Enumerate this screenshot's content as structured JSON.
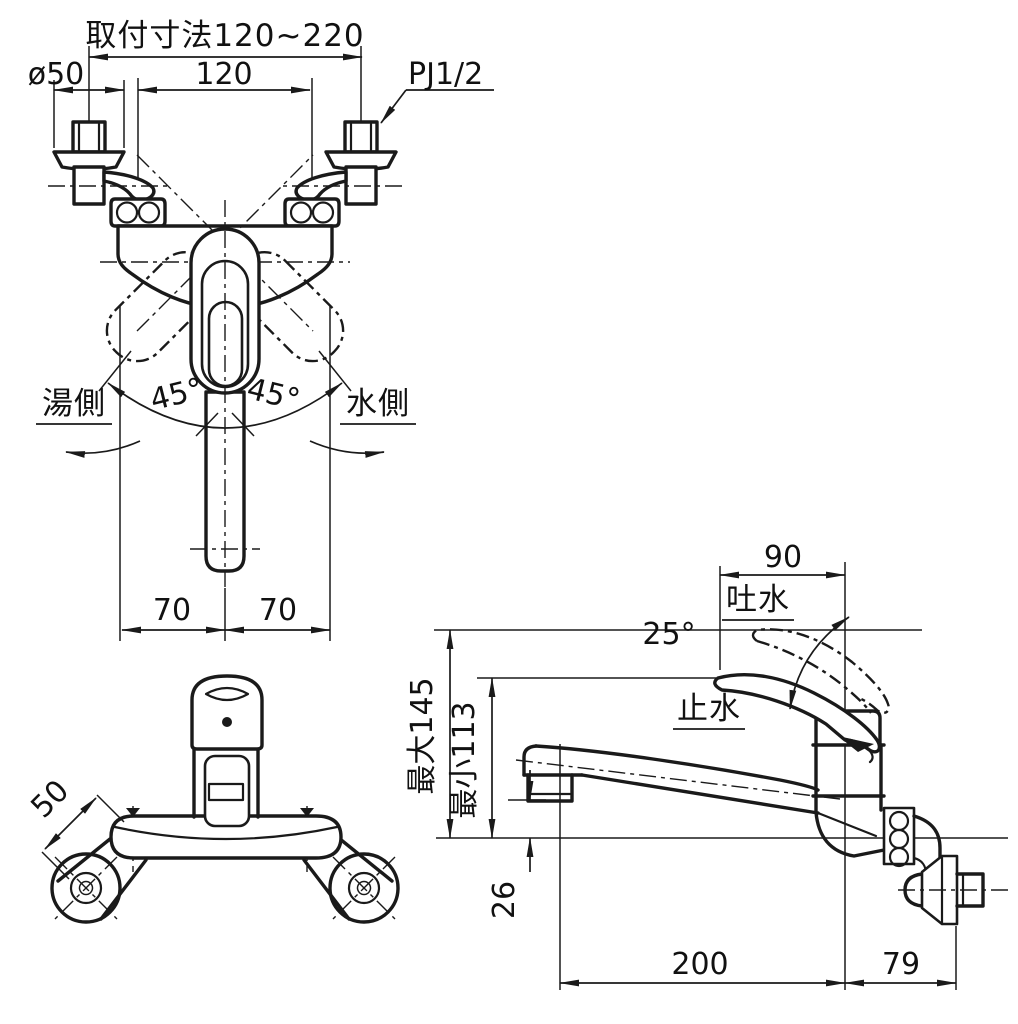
{
  "front_view": {
    "dim_mounting": "取付寸法120~220",
    "dim_flange_diameter": "ø50",
    "dim_pipe_centers": "120",
    "thread_label": "PJ1/2",
    "dim_offset_left": "70",
    "dim_offset_right": "70",
    "angle_swing_left": "45°",
    "angle_swing_right": "45°",
    "label_hot_side": "湯側",
    "label_cold_side": "水側"
  },
  "top_view": {
    "dim_body_width": "50"
  },
  "side_view": {
    "dim_spout_to_center": "90",
    "label_discharge": "吐水",
    "angle_lever": "25°",
    "label_stop": "止水",
    "dim_height_max": "最大145",
    "dim_height_min": "最小113",
    "dim_outlet_height": "26",
    "dim_reach": "200",
    "dim_wall_to_center": "79"
  },
  "colors": {
    "background": "#ffffff",
    "line": "#1a1a1a"
  }
}
